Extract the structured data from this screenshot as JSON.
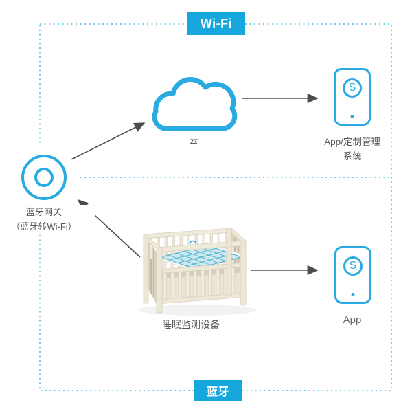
{
  "zones": {
    "wifi": {
      "label": "Wi-Fi"
    },
    "bluetooth": {
      "label": "蓝牙"
    }
  },
  "nodes": {
    "cloud": {
      "label": "云"
    },
    "management_app": {
      "label_line1": "App/定制管理",
      "label_line2": "系统",
      "logo_letter": "S"
    },
    "gateway": {
      "label_line1": "蓝牙网关",
      "label_line2": "（蓝牙转Wi-Fi）"
    },
    "sleep_device": {
      "label": "睡眠监测设备"
    },
    "app": {
      "label": "App",
      "logo_letter": "S"
    }
  },
  "connections": [
    {
      "from": "gateway",
      "to": "cloud"
    },
    {
      "from": "cloud",
      "to": "management_app"
    },
    {
      "from": "sleep_device",
      "to": "gateway"
    },
    {
      "from": "sleep_device",
      "to": "app"
    }
  ],
  "colors": {
    "accent_blue": "#29ABE2",
    "badge_blue": "#18A7DC",
    "dash_blue": "#74CBE8",
    "arrow_gray": "#4D4D4D",
    "label_gray": "#56585C"
  }
}
